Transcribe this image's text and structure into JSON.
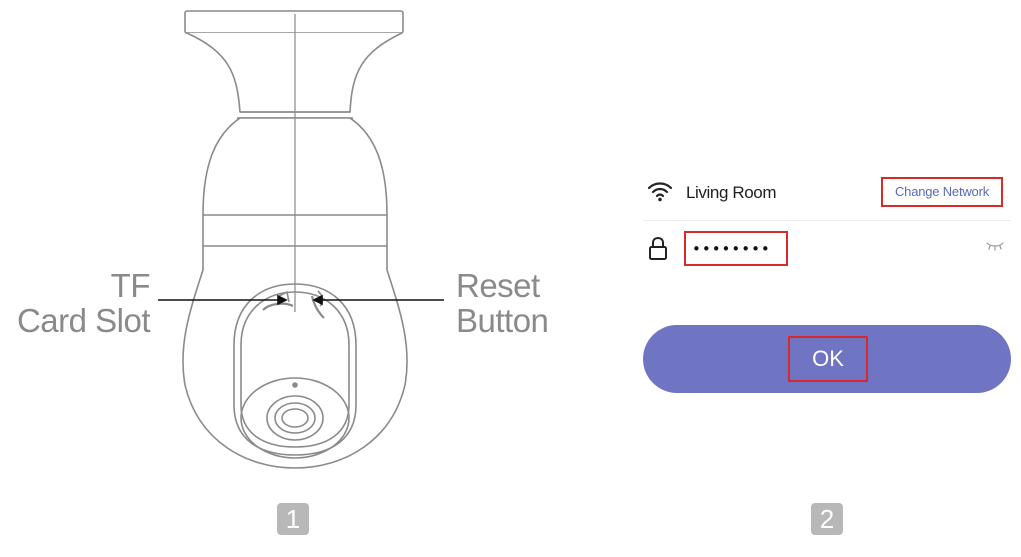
{
  "diagram": {
    "tf_label_lines": [
      "TF",
      "Card Slot"
    ],
    "reset_label_lines": [
      "Reset",
      "Button"
    ]
  },
  "app_screen": {
    "wifi_icon": "wifi-icon",
    "network_name": "Living Room",
    "change_network_label": "Change Network",
    "lock_icon": "lock-icon",
    "password_masked": "••••••••",
    "eye_icon": "eye-closed-icon",
    "ok_label": "OK",
    "accent_color": "#6f75c2",
    "highlight_color": "#d82a2a"
  },
  "steps": [
    "1",
    "2"
  ]
}
